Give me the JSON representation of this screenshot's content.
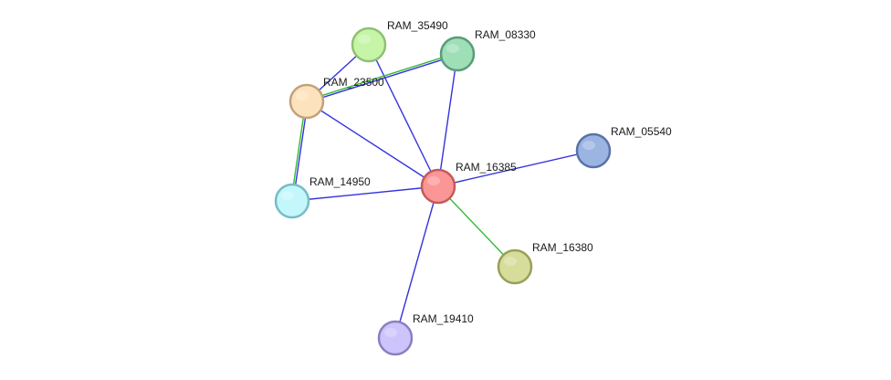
{
  "nodes": [
    {
      "id": "RAM_35490",
      "label": "RAM_35490",
      "fill": "#c6f5a8",
      "stroke": "#8fc073"
    },
    {
      "id": "RAM_08330",
      "label": "RAM_08330",
      "fill": "#9edfb8",
      "stroke": "#5a9c77"
    },
    {
      "id": "RAM_23500",
      "label": "RAM_23500",
      "fill": "#fde3bd",
      "stroke": "#c2a27a"
    },
    {
      "id": "RAM_05540",
      "label": "RAM_05540",
      "fill": "#9cb4e2",
      "stroke": "#5a72a8"
    },
    {
      "id": "RAM_16385",
      "label": "RAM_16385",
      "fill": "#fb9696",
      "stroke": "#c45a5a"
    },
    {
      "id": "RAM_14950",
      "label": "RAM_14950",
      "fill": "#c4f7fb",
      "stroke": "#78bcc6"
    },
    {
      "id": "RAM_16380",
      "label": "RAM_16380",
      "fill": "#d6dd9a",
      "stroke": "#98a058"
    },
    {
      "id": "RAM_19410",
      "label": "RAM_19410",
      "fill": "#cdc4fb",
      "stroke": "#8a80c0"
    }
  ],
  "edges": [
    {
      "source": "RAM_35490",
      "target": "RAM_23500",
      "colors": [
        "#3333dd"
      ]
    },
    {
      "source": "RAM_35490",
      "target": "RAM_16385",
      "colors": [
        "#3333dd"
      ]
    },
    {
      "source": "RAM_08330",
      "target": "RAM_23500",
      "colors": [
        "#3333dd",
        "#33bb33"
      ]
    },
    {
      "source": "RAM_08330",
      "target": "RAM_16385",
      "colors": [
        "#3333dd"
      ]
    },
    {
      "source": "RAM_23500",
      "target": "RAM_16385",
      "colors": [
        "#3333dd"
      ]
    },
    {
      "source": "RAM_23500",
      "target": "RAM_14950",
      "colors": [
        "#3333dd",
        "#33bb33"
      ]
    },
    {
      "source": "RAM_14950",
      "target": "RAM_16385",
      "colors": [
        "#3333dd"
      ]
    },
    {
      "source": "RAM_16385",
      "target": "RAM_05540",
      "colors": [
        "#3333dd"
      ]
    },
    {
      "source": "RAM_16385",
      "target": "RAM_16380",
      "colors": [
        "#33bb33"
      ]
    },
    {
      "source": "RAM_16385",
      "target": "RAM_19410",
      "colors": [
        "#3333dd"
      ]
    }
  ]
}
